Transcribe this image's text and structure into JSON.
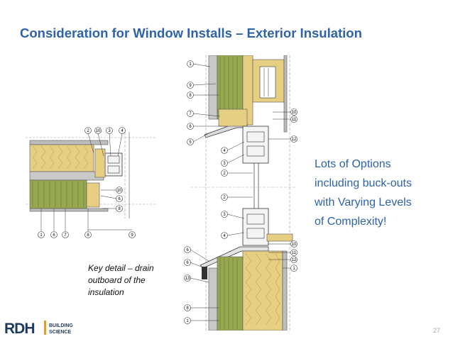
{
  "slide": {
    "title": "Consideration for Window Installs – Exterior Insulation",
    "callout_lines": [
      "Lots of Options",
      "including buck-outs",
      "with Varying Levels",
      "of Complexity!"
    ],
    "note_lines": [
      "Key detail – drain",
      "outboard of the",
      "insulation"
    ],
    "slide_number": "27"
  },
  "logo": {
    "mark": "RDH",
    "line1": "BUILDING",
    "line2": "SCIENCE"
  },
  "detail_left": {
    "top_tags": [
      "2",
      "10",
      "3",
      "4"
    ],
    "side_tags": [
      "10",
      "6",
      "8"
    ],
    "bottom_tags": [
      "1",
      "6",
      "7",
      "8",
      "9"
    ]
  },
  "detail_right": {
    "left_tags": [
      "1",
      "9",
      "8",
      "7",
      "6",
      "5",
      "4",
      "3",
      "2",
      "2",
      "3",
      "4",
      "6",
      "6",
      "13",
      "8",
      "1"
    ],
    "right_tags": [
      "10",
      "11",
      "12",
      "10",
      "11",
      "12",
      "1"
    ]
  },
  "colors": {
    "title": "#2e63a8",
    "insulation": "#e6cf83",
    "mineral_wool": "#97a851",
    "concrete": "#bdbdbd",
    "logo": "#1e3a5f"
  }
}
